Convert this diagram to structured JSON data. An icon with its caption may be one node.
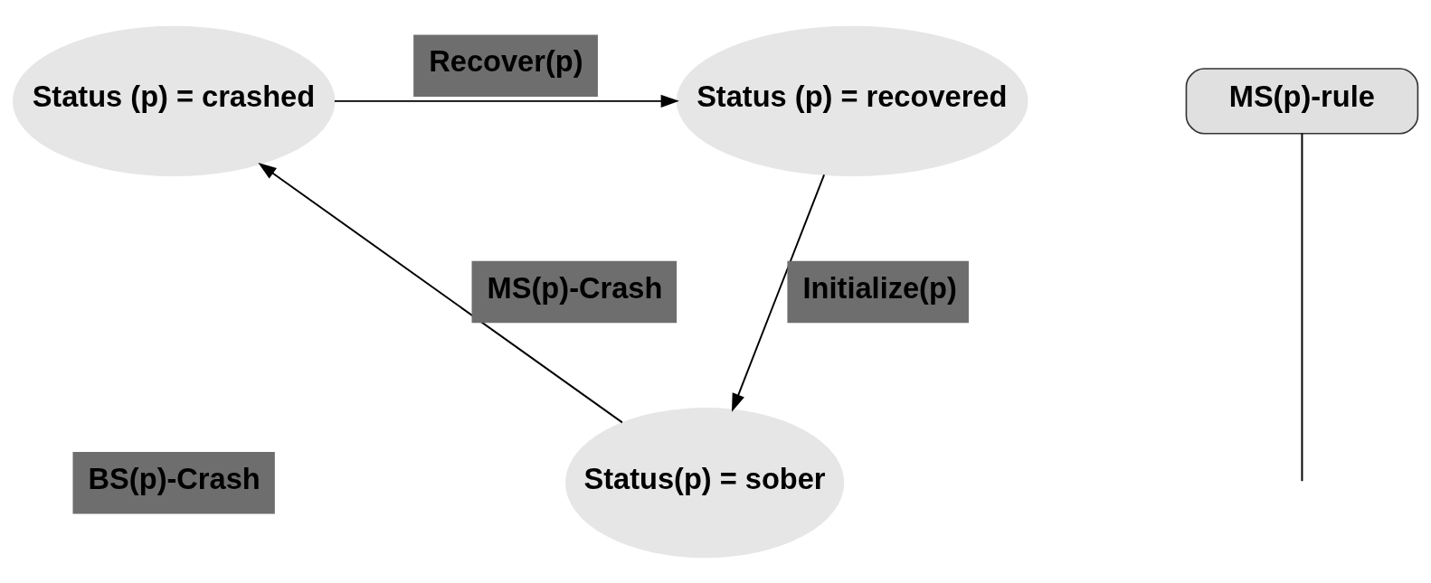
{
  "diagram": {
    "nodes": [
      {
        "text": [
          "Status (p) = crashed"
        ]
      },
      {
        "text": [
          "Status (p) = recovered"
        ]
      },
      {
        "text": [
          "Status(p) = sober"
        ]
      },
      {
        "text": [
          "MS(p)-rule"
        ]
      }
    ],
    "edges": [
      {
        "from": 0,
        "to": 1,
        "arrow": "to",
        "label": "Recover(p)"
      },
      {
        "from": 1,
        "to": 2,
        "arrow": "to",
        "label": "Initialize(p)"
      },
      {
        "from": 2,
        "to": 0,
        "arrow": "to",
        "label": "MS(p)-Crash"
      },
      {
        "from": 3,
        "to": null,
        "arrow": "none"
      }
    ],
    "labels": [
      "BS(p)-Crash"
    ]
  }
}
